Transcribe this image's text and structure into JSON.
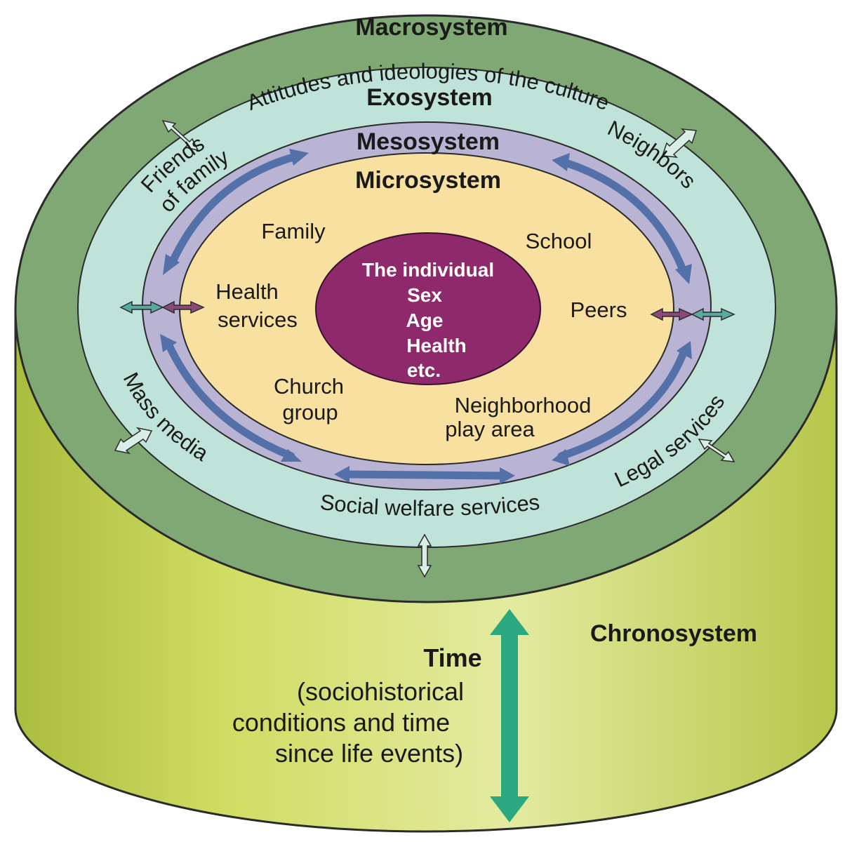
{
  "macrosystem": {
    "title": "Macrosystem",
    "subtitle": "Attitudes and ideologies of the culture"
  },
  "exosystem": {
    "title": "Exosystem",
    "items": {
      "friends_line1": "Friends",
      "friends_line2": "of family",
      "neighbors": "Neighbors",
      "mass_media": "Mass media",
      "legal_services": "Legal services",
      "social_welfare": "Social welfare services"
    }
  },
  "mesosystem": {
    "title": "Mesosystem"
  },
  "microsystem": {
    "title": "Microsystem",
    "items": {
      "family": "Family",
      "school": "School",
      "health_line1": "Health",
      "health_line2": "services",
      "peers": "Peers",
      "church_line1": "Church",
      "church_line2": "group",
      "neighborhood_line1": "Neighborhood",
      "neighborhood_line2": "play area"
    }
  },
  "individual": {
    "lines": [
      "The individual",
      "Sex",
      "Age",
      "Health",
      "etc."
    ]
  },
  "chronosystem": {
    "title": "Chronosystem",
    "time_title": "Time",
    "time_lines": [
      "(sociohistorical",
      "conditions and time",
      "since life events)"
    ]
  },
  "colors": {
    "macro": "#7fa874",
    "cylinder": "#c9d85a",
    "exo": "#bfe3d9",
    "meso": "#b9b3d4",
    "micro": "#f8e0a0",
    "individual": "#8e2a6b",
    "arrow_blue": "#5470a8",
    "arrow_green": "#2ca880"
  }
}
